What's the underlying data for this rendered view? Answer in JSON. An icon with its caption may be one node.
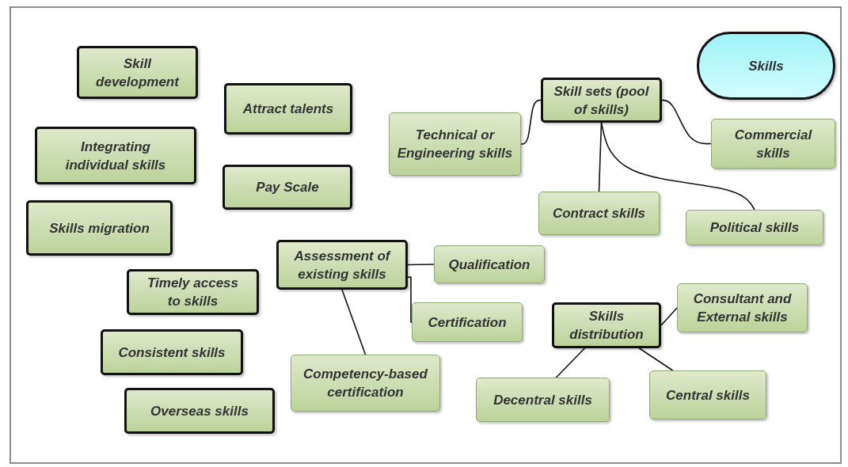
{
  "diagram": {
    "nodes": [
      {
        "text": [
          "Skills"
        ]
      },
      {
        "text": [
          "Skill development"
        ]
      },
      {
        "text": [
          "Attract talents"
        ]
      },
      {
        "text": [
          "Integrating individual skills"
        ]
      },
      {
        "text": [
          "Pay Scale"
        ]
      },
      {
        "text": [
          "Skills migration"
        ]
      },
      {
        "text": [
          "Skill sets (pool of skills)"
        ]
      },
      {
        "text": [
          "Technical or Engineering skills"
        ]
      },
      {
        "text": [
          "Commercial skills"
        ]
      },
      {
        "text": [
          "Contract skills"
        ]
      },
      {
        "text": [
          "Political skills"
        ]
      },
      {
        "text": [
          "Assessment of existing skills"
        ]
      },
      {
        "text": [
          "Qualification"
        ]
      },
      {
        "text": [
          "Timely access to skills"
        ]
      },
      {
        "text": [
          "Certification"
        ]
      },
      {
        "text": [
          "Skills distribution"
        ]
      },
      {
        "text": [
          "Consultant and External skills"
        ]
      },
      {
        "text": [
          "Consistent skills"
        ]
      },
      {
        "text": [
          "Competency-based certification"
        ]
      },
      {
        "text": [
          "Decentral skills"
        ]
      },
      {
        "text": [
          "Central skills"
        ]
      },
      {
        "text": [
          "Overseas skills"
        ]
      }
    ],
    "edges": [
      {
        "from": 6,
        "to": 7,
        "arrow": "none"
      },
      {
        "from": 6,
        "to": 8,
        "arrow": "none"
      },
      {
        "from": 6,
        "to": 9,
        "arrow": "none"
      },
      {
        "from": 6,
        "to": 10,
        "arrow": "none"
      },
      {
        "from": 11,
        "to": 12,
        "arrow": "none"
      },
      {
        "from": 11,
        "to": 14,
        "arrow": "none"
      },
      {
        "from": 11,
        "to": 18,
        "arrow": "none"
      },
      {
        "from": 15,
        "to": 16,
        "arrow": "none"
      },
      {
        "from": 15,
        "to": 19,
        "arrow": "none"
      },
      {
        "from": 15,
        "to": 20,
        "arrow": "none"
      }
    ]
  }
}
